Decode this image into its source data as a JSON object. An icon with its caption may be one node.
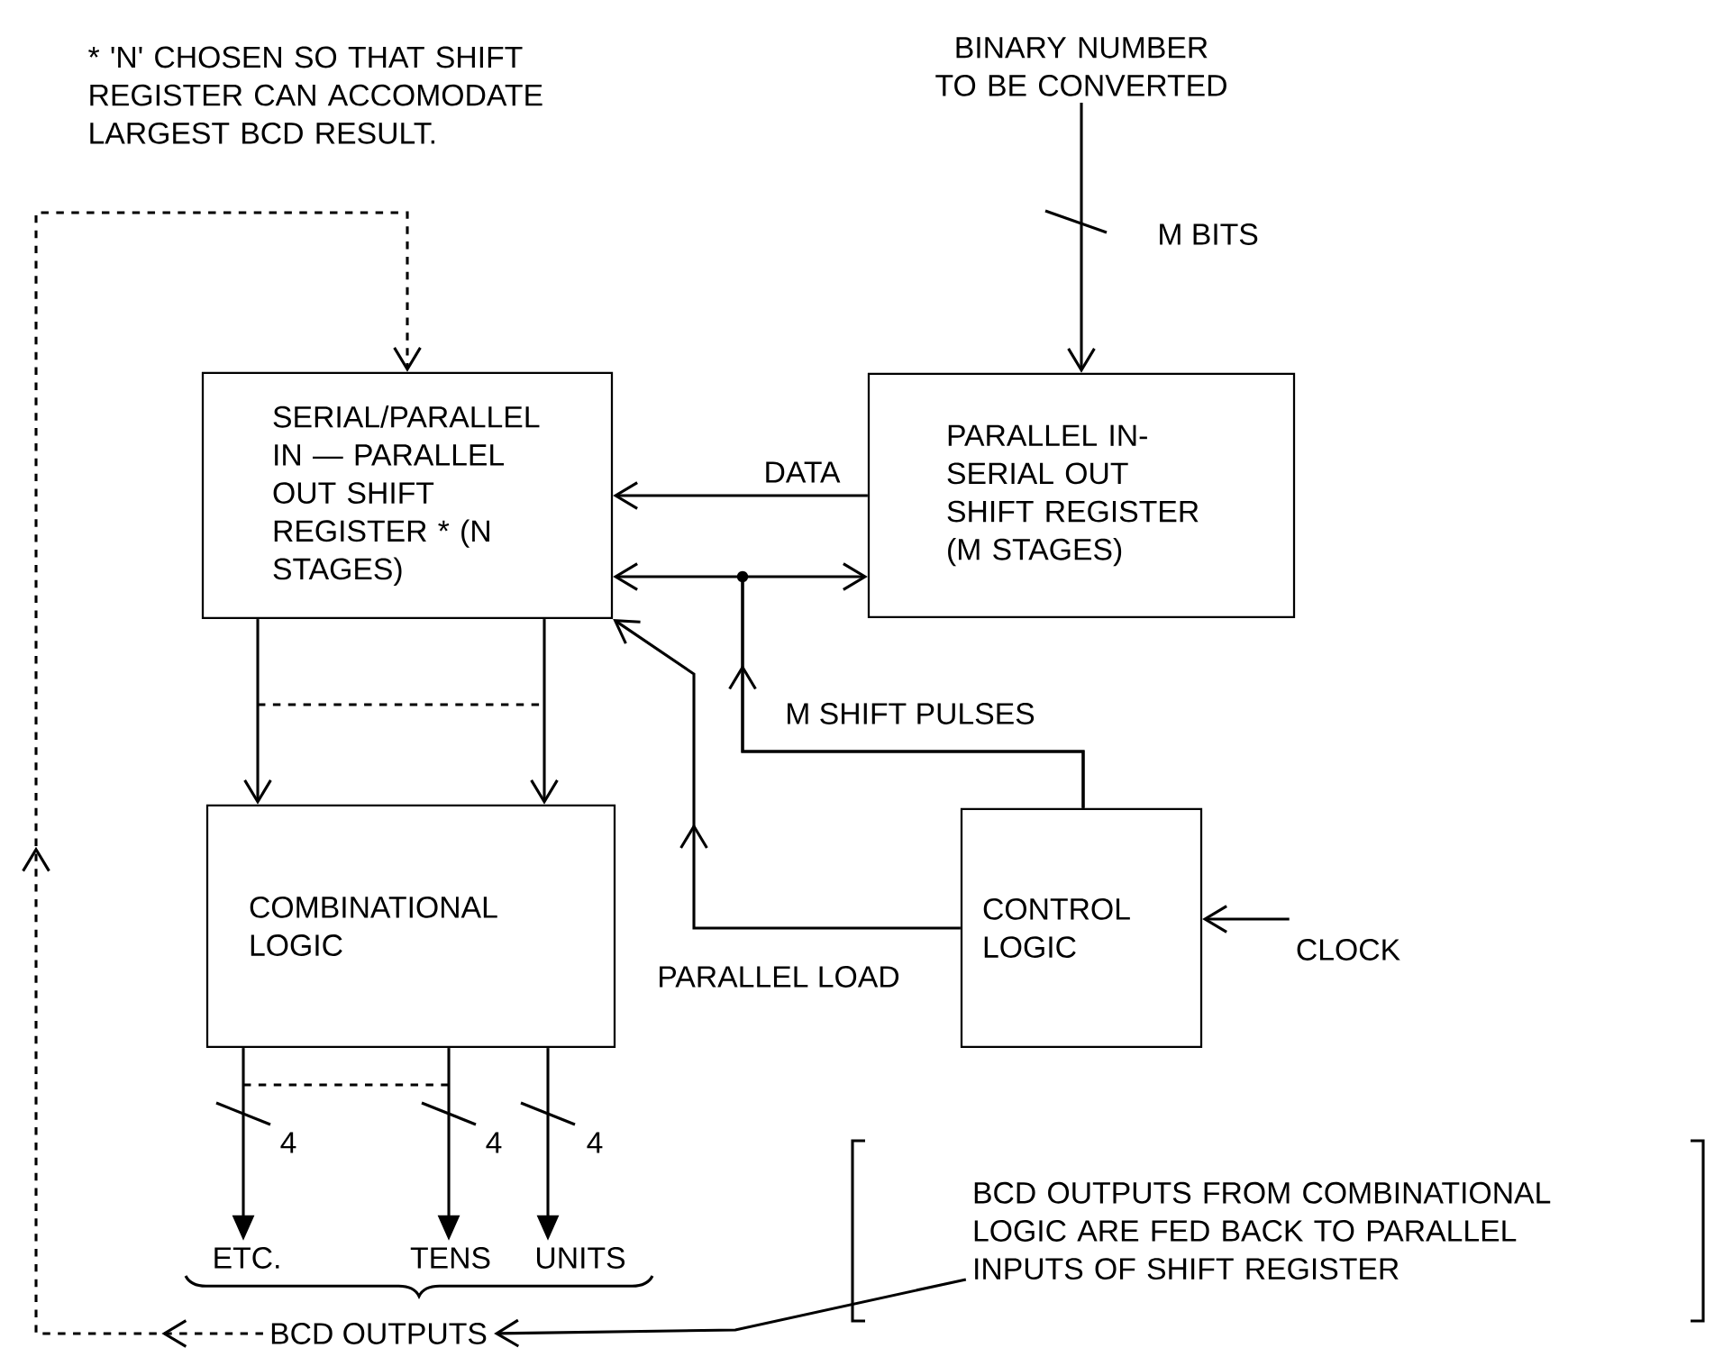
{
  "diagram": {
    "nodes": [
      {
        "text": [
          "BINARY NUMBER TO BE CONVERTED"
        ]
      },
      {
        "text": [
          "SERIAL/PARALLEL IN — PARALLEL OUT SHIFT REGISTER * (N STAGES)"
        ]
      },
      {
        "text": [
          "PARALLEL IN- SERIAL OUT SHIFT REGISTER (M STAGES)"
        ]
      },
      {
        "text": [
          "COMBINATIONAL LOGIC"
        ]
      },
      {
        "text": [
          "CONTROL LOGIC"
        ]
      },
      {
        "text": [
          "CLOCK"
        ]
      },
      {
        "text": [
          "ETC."
        ]
      },
      {
        "text": [
          "TENS"
        ]
      },
      {
        "text": [
          "UNITS"
        ]
      },
      {
        "text": [
          "BCD OUTPUTS"
        ]
      },
      {
        "text": [
          "BCD OUTPUTS FROM COMBINATIONAL LOGIC ARE FED BACK TO PARALLEL INPUTS OF SHIFT REGISTER"
        ]
      }
    ],
    "edges": [
      {
        "from": 0,
        "to": 2,
        "arrow": "to",
        "label": "M BITS"
      },
      {
        "from": 2,
        "to": 1,
        "arrow": "to",
        "label": "DATA"
      },
      {
        "from": 4,
        "to": 1,
        "arrow": "to",
        "label": "M SHIFT PULSES"
      },
      {
        "from": 4,
        "to": 2,
        "arrow": "to"
      },
      {
        "from": 4,
        "to": 1,
        "arrow": "to",
        "label": "PARALLEL LOAD"
      },
      {
        "from": 5,
        "to": 4,
        "arrow": "to"
      },
      {
        "from": 1,
        "to": 3,
        "arrow": "to"
      },
      {
        "from": 1,
        "to": 3,
        "arrow": "to"
      },
      {
        "from": 3,
        "to": 6,
        "arrow": "to",
        "label": "4"
      },
      {
        "from": 3,
        "to": 7,
        "arrow": "to",
        "label": "4"
      },
      {
        "from": 3,
        "to": 8,
        "arrow": "to",
        "label": "4"
      },
      {
        "from": 10,
        "to": 9,
        "arrow": "to"
      },
      {
        "from": 9,
        "to": 1,
        "arrow": "to",
        "style": "dashed"
      }
    ],
    "labels": [
      "* 'N' CHOSEN SO THAT SHIFT REGISTER CAN ACCOMODATE LARGEST BCD RESULT."
    ]
  }
}
